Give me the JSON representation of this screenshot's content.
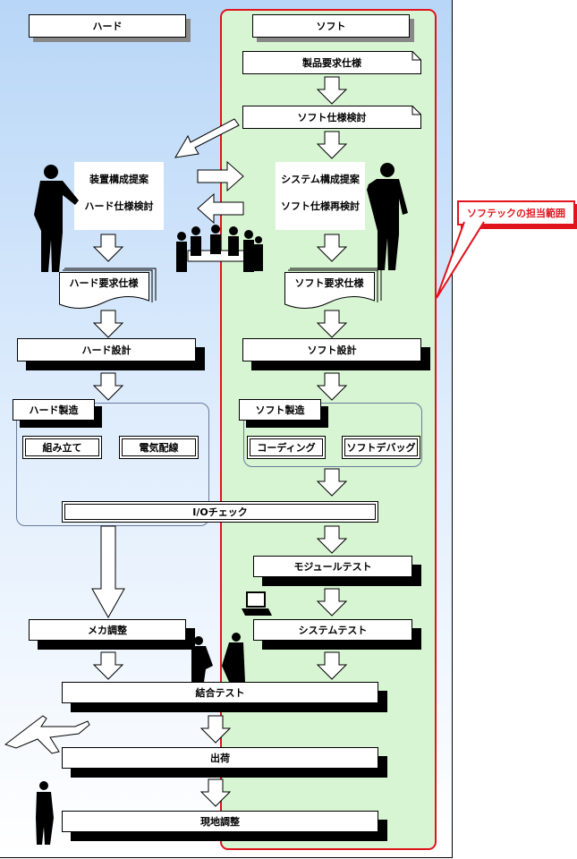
{
  "columns": {
    "hard": "ハード",
    "soft": "ソフト"
  },
  "soft_flow": {
    "product_requirements": "製品要求仕様",
    "soft_spec_review": "ソフト仕様検討",
    "system_proposal": "システム構成提案",
    "soft_spec_rereview": "ソフト仕様再検討",
    "soft_requirements": "ソフト要求仕様",
    "soft_design": "ソフト設計",
    "soft_manufacturing": "ソフト製造",
    "coding": "コーディング",
    "debug": "ソフトデバッグ",
    "module_test": "モジュールテスト",
    "system_test": "システムテスト"
  },
  "hard_flow": {
    "device_proposal": "装置構成提案",
    "hard_spec_review": "ハード仕様検討",
    "hard_requirements": "ハード要求仕様",
    "hard_design": "ハード設計",
    "hard_manufacturing": "ハード製造",
    "assembly": "組み立て",
    "wiring": "電気配線",
    "mecha_adjust": "メカ調整"
  },
  "shared": {
    "io_check": "I/Oチェック",
    "integration_test": "結合テスト",
    "shipping": "出荷",
    "onsite_adjust": "現地調整"
  },
  "callout": "ソフテックの担当範囲",
  "colors": {
    "soft_panel": "#d7f5d2",
    "border_red": "#e0141c",
    "sky_top": "#b8d6f7"
  },
  "icons": [
    "businessman-silhouette-icon",
    "meeting-group-icon",
    "laptop-icon",
    "handshake-people-icon",
    "airplane-icon",
    "standing-man-icon"
  ]
}
